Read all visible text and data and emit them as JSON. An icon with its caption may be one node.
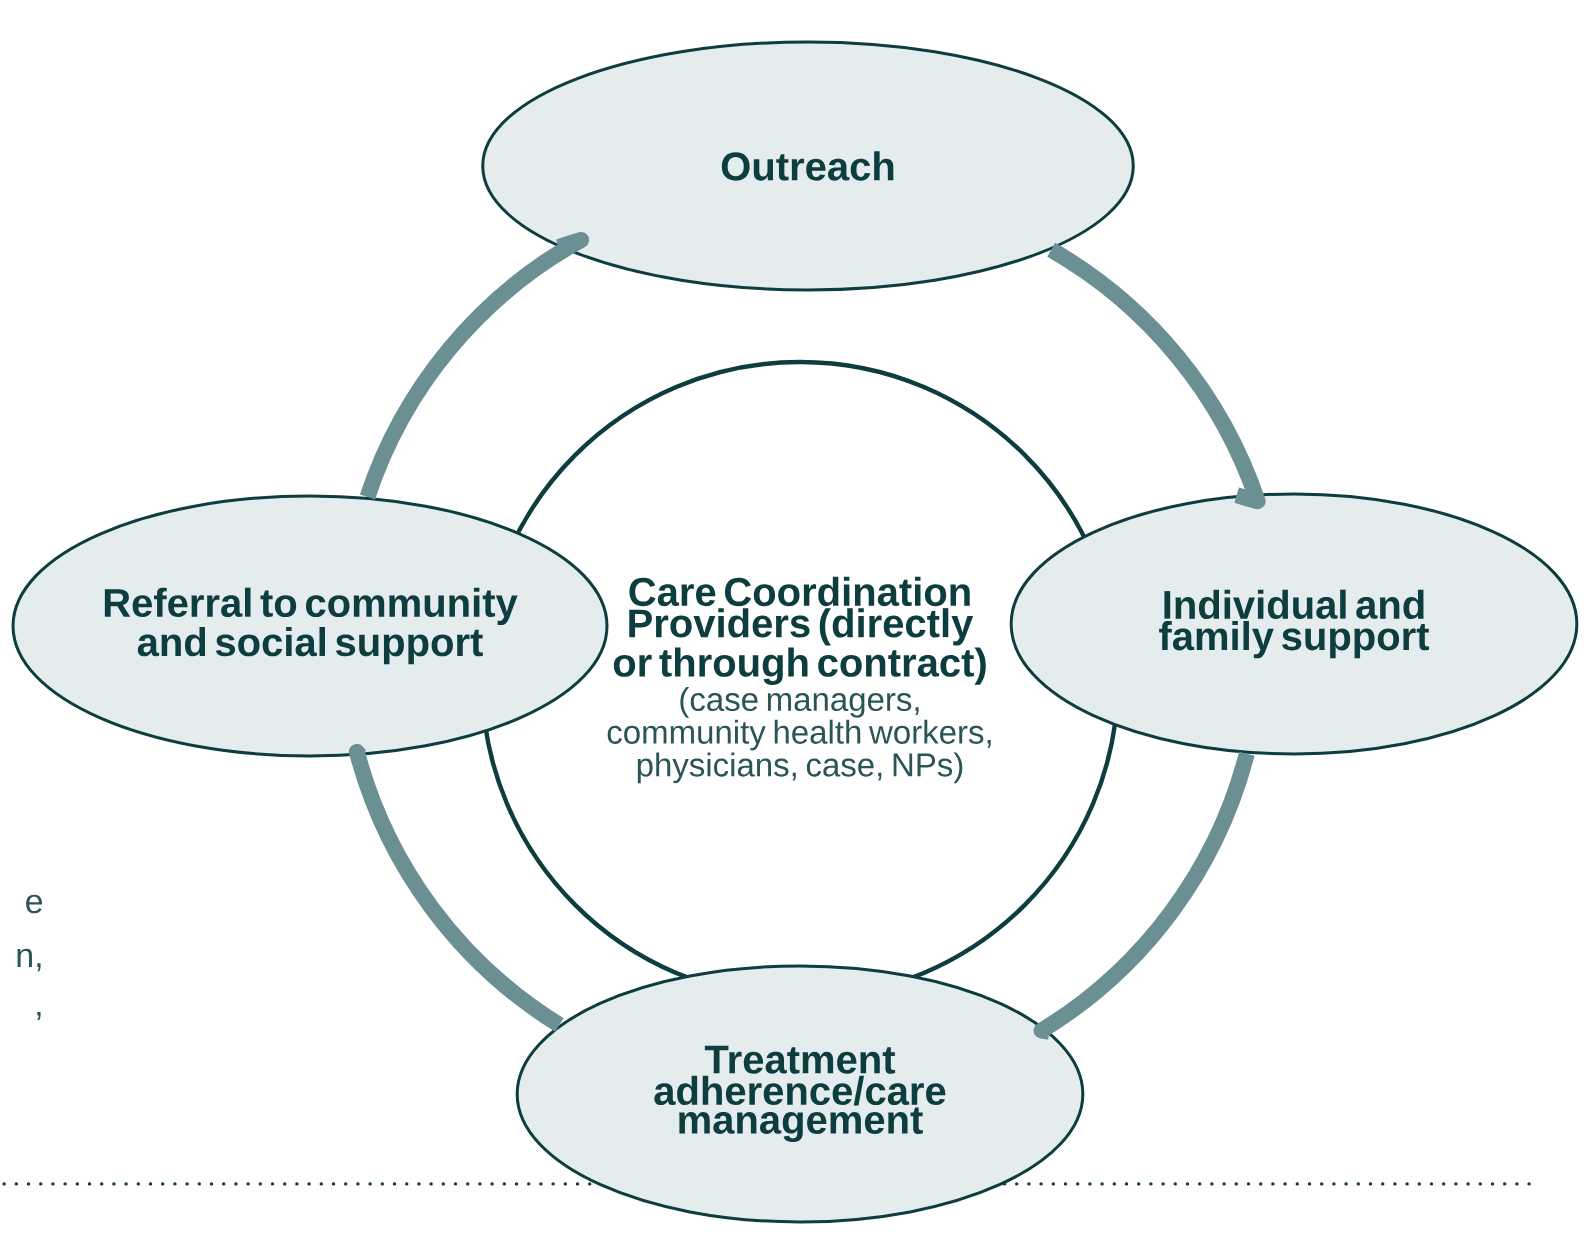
{
  "diagram": {
    "nodes": [
      {
        "text": [
          "Outreach"
        ]
      },
      {
        "text": [
          "Referral to community and social support"
        ]
      },
      {
        "text": [
          "Care Coordination Providers (directly or through contract)",
          "(case managers, community health workers, physicians, case, NPs)"
        ]
      },
      {
        "text": [
          "Individual and family support"
        ]
      },
      {
        "text": [
          "Treatment adherence/care management"
        ]
      }
    ],
    "edges": [
      {
        "from": 0,
        "to": 3,
        "arrow": "none"
      },
      {
        "from": 3,
        "to": 4,
        "arrow": "none"
      },
      {
        "from": 4,
        "to": 1,
        "arrow": "none"
      },
      {
        "from": 1,
        "to": 0,
        "arrow": "none"
      }
    ],
    "labels": [
      "e",
      "n,",
      ","
    ]
  }
}
